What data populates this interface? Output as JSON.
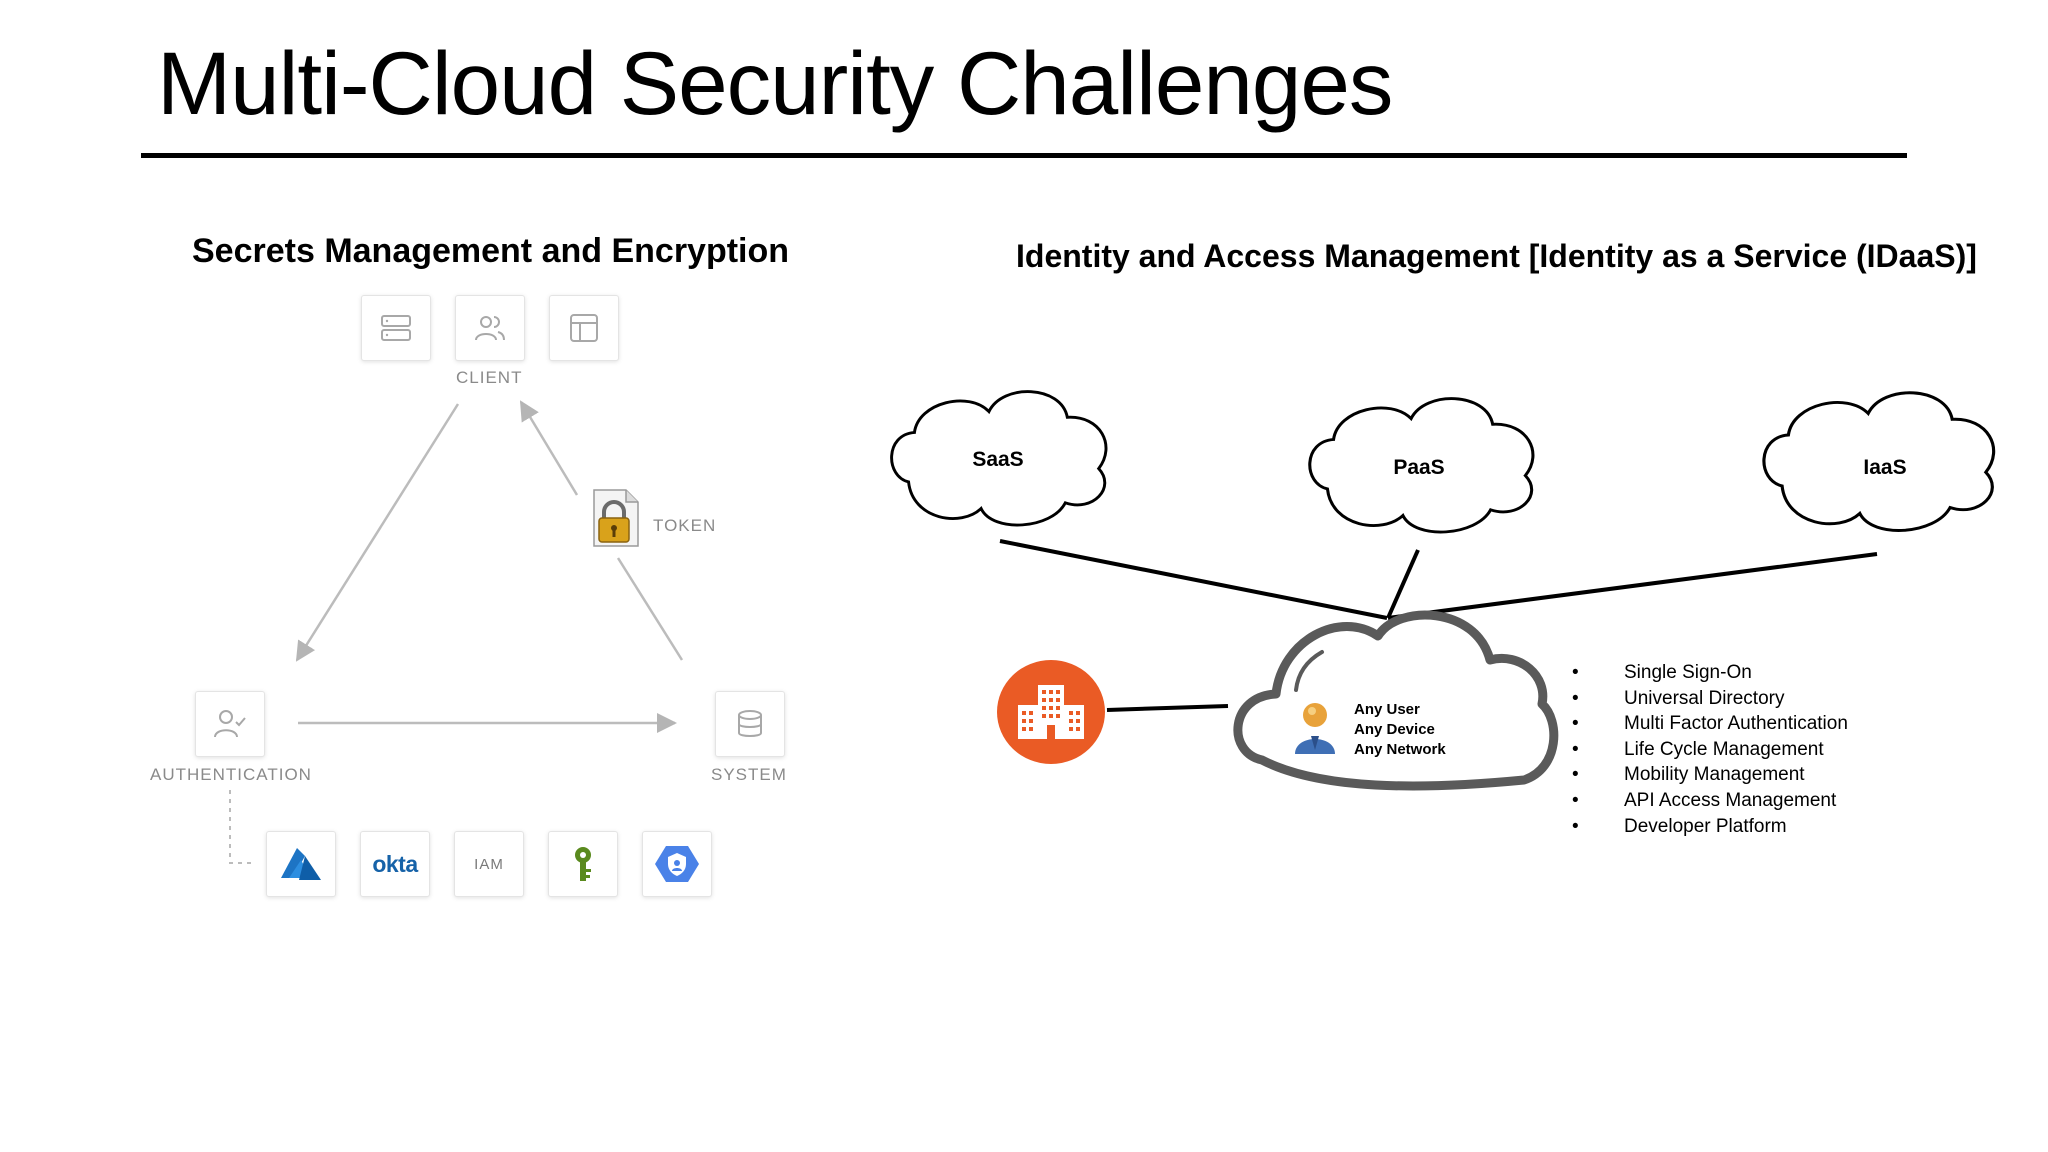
{
  "slide": {
    "title": "Multi-Cloud Security Challenges"
  },
  "left_panel": {
    "heading": "Secrets Management and Encryption",
    "labels": {
      "client": "CLIENT",
      "token": "TOKEN",
      "authentication": "AUTHENTICATION",
      "system": "SYSTEM"
    },
    "client_icons": [
      "server-icon",
      "users-icon",
      "layout-icon"
    ],
    "auth_icon": "user-check-icon",
    "system_icon": "database-icon",
    "token_icon": "padlock-document-icon",
    "providers": [
      {
        "icon": "azure-logo-icon"
      },
      {
        "icon": "okta-logo-icon",
        "text": "okta"
      },
      {
        "icon": "iam-icon",
        "text": "IAM"
      },
      {
        "icon": "vault-key-icon"
      },
      {
        "icon": "gcp-security-icon"
      }
    ]
  },
  "right_panel": {
    "heading": "Identity and Access Management [Identity as a Service (IDaaS)]",
    "clouds": [
      "SaaS",
      "PaaS",
      "IaaS"
    ],
    "center_cloud_lines": [
      "Any User",
      "Any Device",
      "Any Network"
    ],
    "features": [
      "Single Sign-On",
      "Universal Directory",
      "Multi Factor Authentication",
      "Life Cycle Management",
      "Mobility Management",
      "API Access Management",
      "Developer Platform"
    ],
    "colors": {
      "enterprise_badge": "#ea5b25",
      "center_cloud_outline": "#5a5a5a"
    }
  }
}
